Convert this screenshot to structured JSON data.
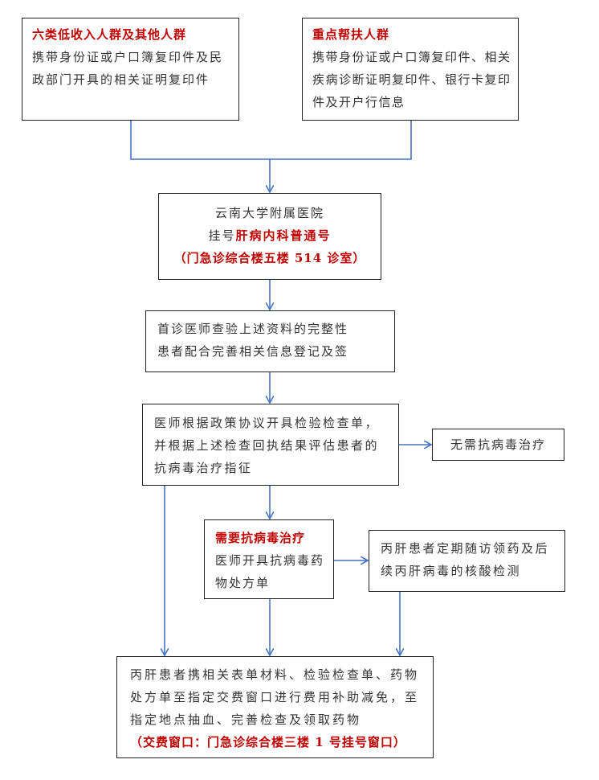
{
  "colors": {
    "arrow": "#4472c4",
    "accent": "#c00000",
    "border": "#222222"
  },
  "box1": {
    "title": "六类低收入人群及其他人群",
    "body": "携带身份证或户口簿复印件及民政部门开具的相关证明复印件"
  },
  "box2": {
    "title": "重点帮扶人群",
    "body": "携带身份证或户口簿复印件、相关疾病诊断证明复印件、银行卡复印件及开户行信息"
  },
  "box3": {
    "line1": "云南大学附属医院",
    "line2_prefix": "挂号",
    "line2_highlight": "肝病内科普通号",
    "line3": "（门急诊综合楼五楼 514 诊室）"
  },
  "box4": {
    "line1": "首诊医师查验上述资料的完整性",
    "line2": "患者配合完善相关信息登记及签"
  },
  "box5": {
    "body": "医师根据政策协议开具检验检查单，并根据上述检查回执结果评估患者的抗病毒治疗指征"
  },
  "box6": {
    "body": "无需抗病毒治疗"
  },
  "box7": {
    "title": "需要抗病毒治疗",
    "body": "医师开具抗病毒药物处方单"
  },
  "box8": {
    "body": "丙肝患者定期随访领药及后续丙肝病毒的核酸检测"
  },
  "box9": {
    "body": "丙肝患者携相关表单材料、检验检查单、药物处方单至指定交费窗口进行费用补助减免，至指定地点抽血、完善检查及领取药物",
    "note": "（交费窗口：门急诊综合楼三楼 1 号挂号窗口）"
  }
}
